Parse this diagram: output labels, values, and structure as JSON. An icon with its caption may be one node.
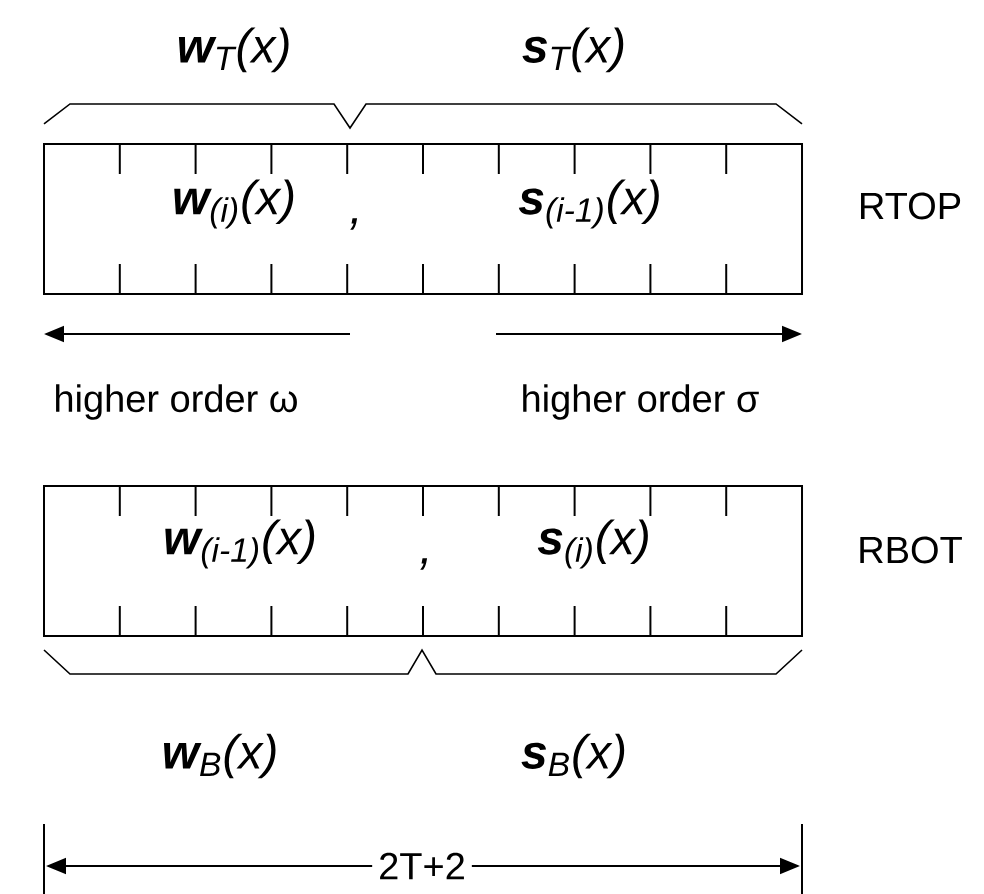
{
  "diagram": {
    "nodes": [
      {
        "text": [
          "**w**$_{(i)}$(x)",
          ",",
          "**s**$_{(i-1)}$(x)"
        ],
        "beside": [
          "RTOP"
        ]
      },
      {
        "text": [
          "**w**$_{(i-1)}$(x)",
          ",",
          "**s**$_{(i)}$(x)"
        ],
        "beside": [
          "RBOT"
        ]
      }
    ],
    "labels": [
      "**w**$_{T}$(x)",
      "**s**$_{T}$(x)",
      "higher order ω",
      "higher order σ",
      "**w**$_{B}$(x)",
      "**s**$_{B}$(x)",
      "2T+2"
    ]
  }
}
